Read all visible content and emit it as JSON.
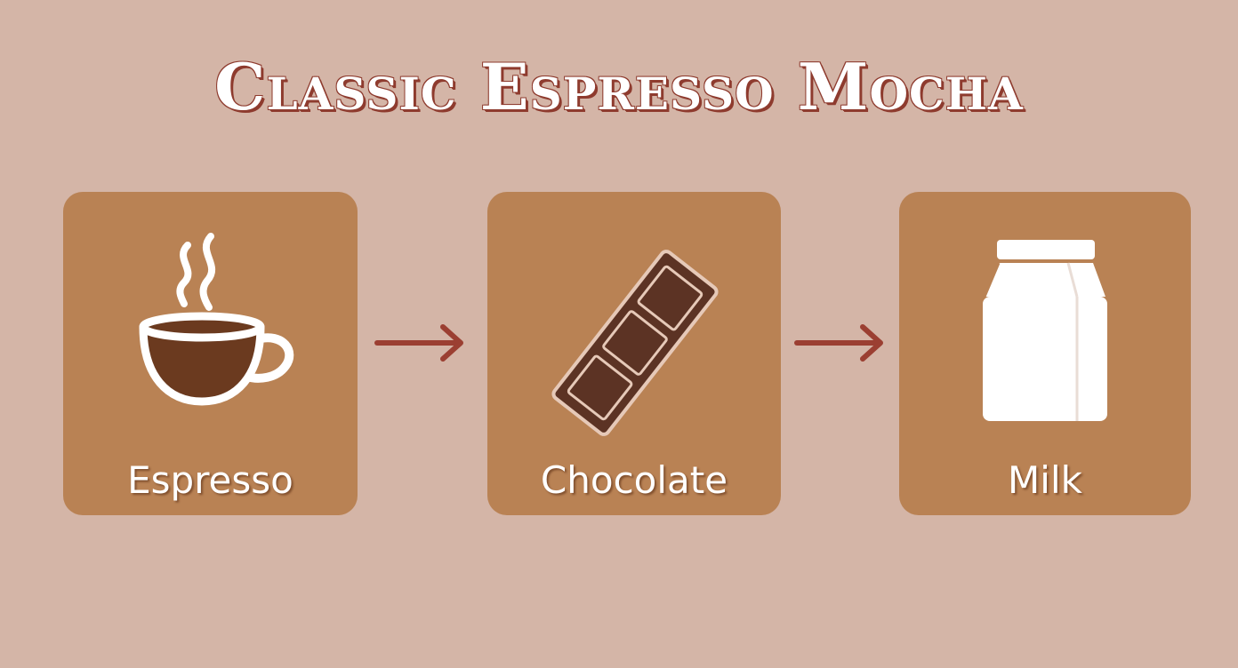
{
  "title": "Classic Espresso Mocha",
  "steps": [
    {
      "label": "Espresso",
      "icon": "coffee-cup-icon"
    },
    {
      "label": "Chocolate",
      "icon": "chocolate-bar-icon"
    },
    {
      "label": "Milk",
      "icon": "milk-carton-icon"
    }
  ],
  "colors": {
    "background": "#d4b5a7",
    "card": "#b98254",
    "arrow": "#9b3f32",
    "title_outline": "#8e3b2e",
    "coffee": "#6b3a1f",
    "chocolate": "#5c3324"
  }
}
